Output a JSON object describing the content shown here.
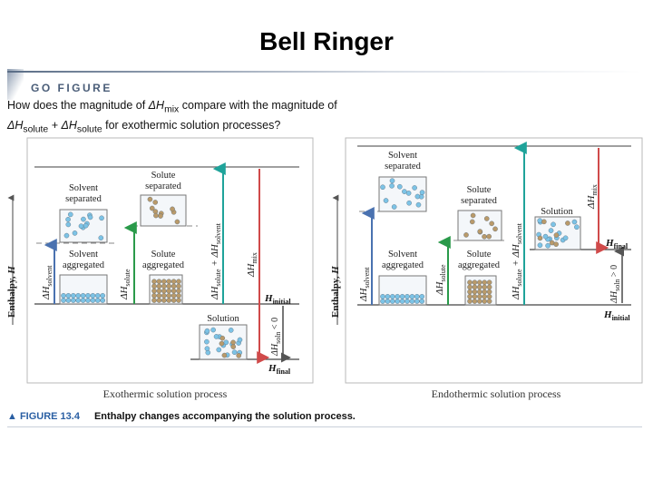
{
  "title": "Bell Ringer",
  "header": {
    "label": "GO FIGURE"
  },
  "question": {
    "l1_a": "How does the magnitude of ",
    "l1_b": "ΔH",
    "l1_c": "mix",
    "l1_d": " compare with the magnitude of",
    "l2_a": "ΔH",
    "l2_b": "solute",
    "l2_c": " + ΔH",
    "l2_d": "solute",
    "l2_e": " for exothermic solution processes?"
  },
  "caption": {
    "number": "▲ FIGURE 13.4",
    "text": "Enthalpy changes accompanying the solution process."
  },
  "sym": {
    "dH": "ΔH",
    "H": "H",
    "comma": ", "
  },
  "axis": {
    "word": "Enthalpy"
  },
  "labels": {
    "solvent": "Solvent",
    "solute": "Solute",
    "solution": "Solution",
    "separated": "separated",
    "aggregated": "aggregated",
    "sub_solvent": "solvent",
    "sub_solute": "solute",
    "sub_mix": "mix",
    "sub_soln": "soln",
    "sub_initial": "initial",
    "sub_final": "final",
    "soln_neg": " < 0",
    "soln_pos": " > 0",
    "plus": " + ΔH"
  },
  "panels": {
    "exo_title": "Exothermic solution process",
    "endo_title": "Endothermic solution process"
  },
  "colors": {
    "solvent_arrow": "#4a72b0",
    "solute_arrow": "#2a9a4a",
    "sum_arrow": "#1fa39a",
    "mix_arrow": "#d04a4a",
    "soln_arrow": "#555555",
    "frame": "#b9b9b9",
    "solvent_particle": "#7cc3e6",
    "solute_particle": "#b99a6a"
  }
}
